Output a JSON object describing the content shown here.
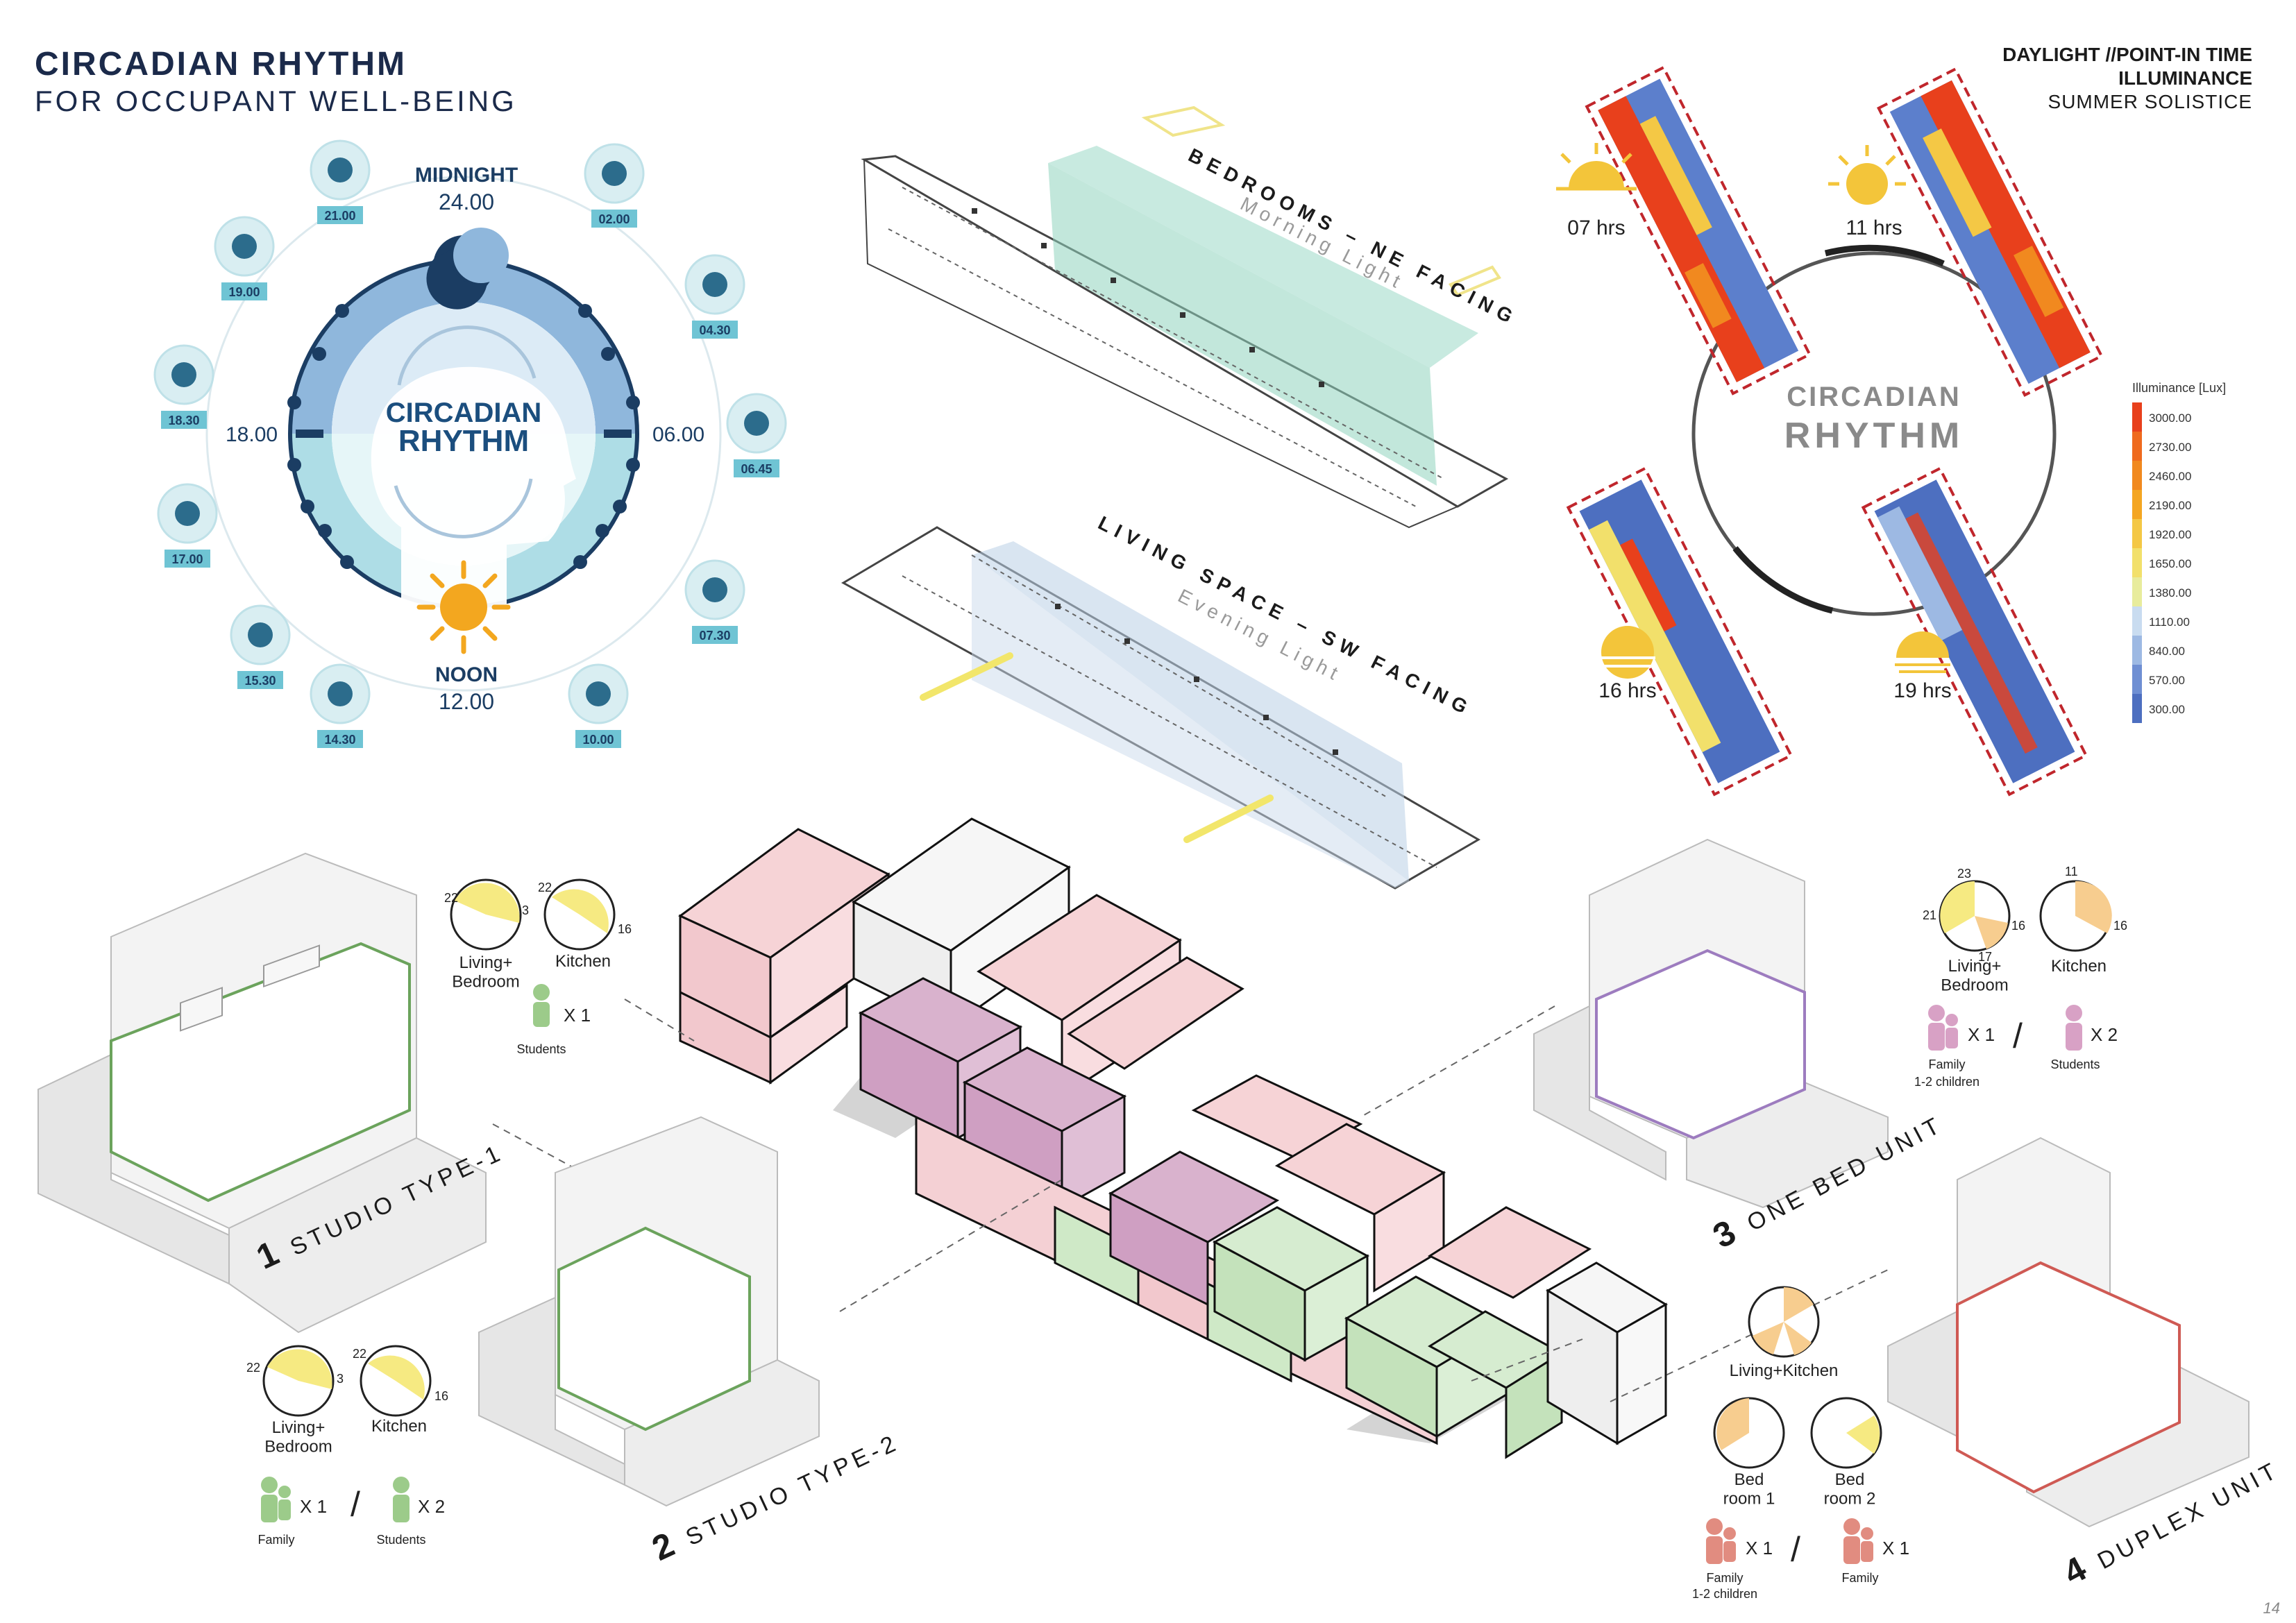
{
  "title": {
    "line1": "CIRCADIAN RHYTHM",
    "line2": "FOR OCCUPANT WELL-BEING"
  },
  "clock": {
    "center_line1": "CIRCADIAN",
    "center_line2": "RHYTHM",
    "midnight_label": "MIDNIGHT",
    "midnight_time": "24.00",
    "noon_label": "NOON",
    "noon_time": "12.00",
    "left_time": "18.00",
    "right_time": "06.00",
    "events": [
      {
        "time": "21.00",
        "icon": "head-sleep-icon"
      },
      {
        "time": "02.00",
        "icon": "bed-icon"
      },
      {
        "time": "04.30",
        "icon": "body-temperature-icon"
      },
      {
        "time": "06.45",
        "icon": "heart-plus-icon"
      },
      {
        "time": "07.30",
        "icon": "head-cross-icon"
      },
      {
        "time": "10.00",
        "icon": "lightbulb-icon"
      },
      {
        "time": "14.30",
        "icon": "yoga-figure-icon"
      },
      {
        "time": "15.30",
        "icon": "stopwatch-icon"
      },
      {
        "time": "17.00",
        "icon": "muscle-arm-icon"
      },
      {
        "time": "18.30",
        "icon": "heart-pulse-icon"
      },
      {
        "time": "19.00",
        "icon": "thermometer-icon"
      }
    ]
  },
  "plans": {
    "bedrooms": {
      "title": "BEDROOMS – NE FACING",
      "subtitle": "Morning Light",
      "color": "#8fd3bd"
    },
    "living": {
      "title": "LIVING SPACE – SW FACING",
      "subtitle": "Evening Light",
      "color": "#b9cfe6"
    }
  },
  "daylight": {
    "heading1": "DAYLIGHT //POINT-IN TIME",
    "heading2": "ILLUMINANCE",
    "heading3": "SUMMER SOLISTICE",
    "center_line1": "CIRCADIAN",
    "center_line2": "RHYTHM",
    "times": [
      "07 hrs",
      "11 hrs",
      "16 hrs",
      "19 hrs"
    ],
    "legend_title": "Illuminance [Lux]",
    "legend": [
      {
        "value": "3000.00",
        "color": "#e8401c"
      },
      {
        "value": "2730.00",
        "color": "#ef6a1e"
      },
      {
        "value": "2460.00",
        "color": "#f1891f"
      },
      {
        "value": "2190.00",
        "color": "#f4a622"
      },
      {
        "value": "1920.00",
        "color": "#f4c845"
      },
      {
        "value": "1650.00",
        "color": "#f2e06b"
      },
      {
        "value": "1380.00",
        "color": "#e8ec9c"
      },
      {
        "value": "1110.00",
        "color": "#c9dcf0"
      },
      {
        "value": "840.00",
        "color": "#9db9e3"
      },
      {
        "value": "570.00",
        "color": "#6f8fd3"
      },
      {
        "value": "300.00",
        "color": "#4d6fc0"
      }
    ]
  },
  "units": {
    "studio1": {
      "num": "1",
      "name": "STUDIO TYPE-1",
      "clock1": "Living+\nBedroom",
      "clock2": "Kitchen",
      "n22a": "22",
      "n3": "3",
      "n22b": "22",
      "n16": "16",
      "occ1": "X 1",
      "occ1_label": "Students"
    },
    "studio2": {
      "num": "2",
      "name": "STUDIO TYPE-2",
      "clock1": "Living+\nBedroom",
      "clock2": "Kitchen",
      "n22a": "22",
      "n3": "3",
      "n22b": "22",
      "n16": "16",
      "occ1": "X 1",
      "occ1_label": "Family",
      "occ2": "X 2",
      "occ2_label": "Students"
    },
    "onebed": {
      "num": "3",
      "name": "ONE BED UNIT",
      "clock1": "Living+\nBedroom",
      "clock2": "Kitchen",
      "n23": "23",
      "n21": "21",
      "n16a": "16",
      "n17": "17",
      "n11": "11",
      "n16b": "16",
      "occ1": "X 1",
      "occ1_label": "Family",
      "occ1_sub": "1-2 children",
      "occ2": "X 2",
      "occ2_label": "Students"
    },
    "duplex": {
      "num": "4",
      "name": "DUPLEX UNIT",
      "clock0": "Living+Kitchen",
      "clock1": "Bed\nroom 1",
      "clock2": "Bed\nroom 2",
      "occ1": "X 1",
      "occ1_label": "Family",
      "occ1_sub": "1-2 children",
      "occ2": "X 1",
      "occ2_label": "Family"
    }
  },
  "page_number": "14"
}
